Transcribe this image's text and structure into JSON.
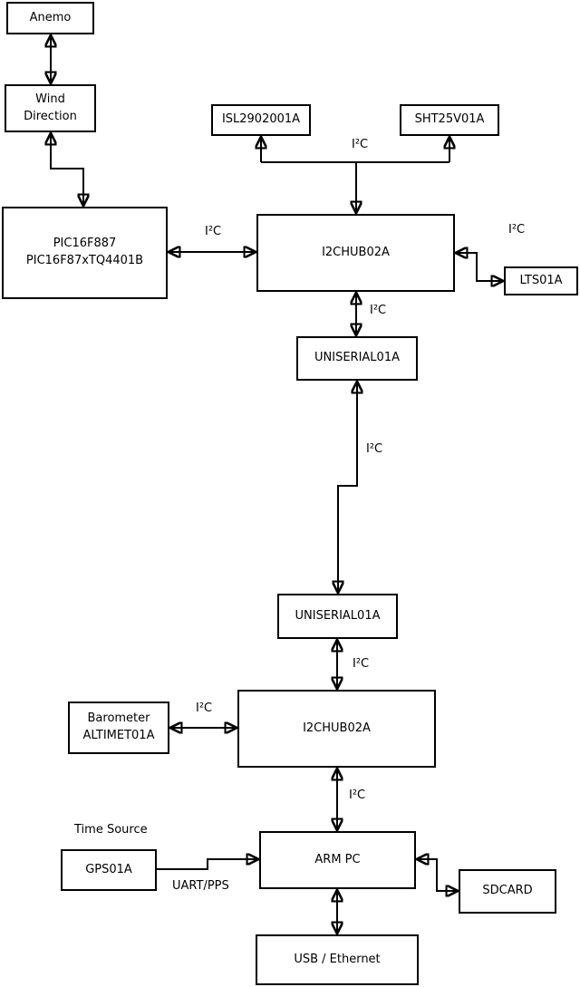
{
  "diagram": {
    "background": "#ffffff",
    "line_color": "#000000",
    "nodes": {
      "anemo": {
        "label": "Anemo"
      },
      "wind_direction": {
        "label": "Wind\nDirection"
      },
      "pic": {
        "label": "PIC16F887\nPIC16F87xTQ4401B"
      },
      "isl": {
        "label": "ISL2902001A"
      },
      "sht": {
        "label": "SHT25V01A"
      },
      "i2chub_top": {
        "label": "I2CHUB02A"
      },
      "lts": {
        "label": "LTS01A"
      },
      "uniserial_top": {
        "label": "UNISERIAL01A"
      },
      "uniserial_bottom": {
        "label": "UNISERIAL01A"
      },
      "i2chub_bottom": {
        "label": "I2CHUB02A"
      },
      "barometer": {
        "label": "Barometer\nALTIMET01A"
      },
      "gps": {
        "label": "GPS01A"
      },
      "arm_pc": {
        "label": "ARM PC"
      },
      "sdcard": {
        "label": "SDCARD"
      },
      "usb_ethernet": {
        "label": "USB / Ethernet"
      }
    },
    "edge_labels": {
      "i2c": "I²C",
      "uart_pps": "UART/PPS",
      "time_source": "Time Source"
    }
  }
}
